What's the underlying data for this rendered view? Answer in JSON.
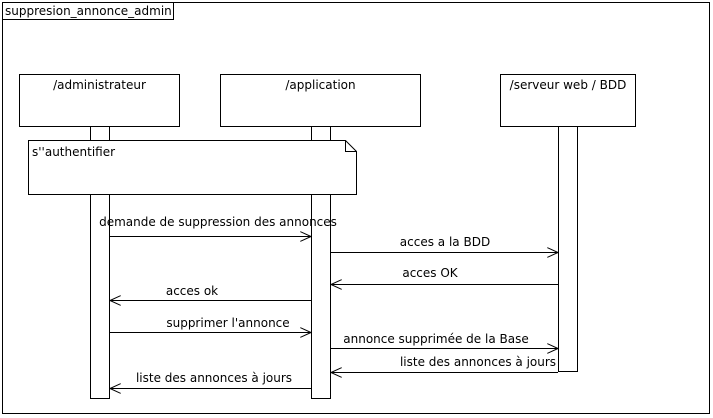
{
  "frame": {
    "title": "suppresion_annonce_admin"
  },
  "lifelines": [
    {
      "id": "admin",
      "label": "/administrateur"
    },
    {
      "id": "app",
      "label": "/application"
    },
    {
      "id": "server",
      "label": "/serveur web / BDD"
    }
  ],
  "note": {
    "text": "s''authentifier"
  },
  "messages": [
    {
      "from": "admin",
      "to": "app",
      "label": "demande de suppression des annonces"
    },
    {
      "from": "app",
      "to": "server",
      "label": "acces a la BDD"
    },
    {
      "from": "server",
      "to": "app",
      "label": "acces OK"
    },
    {
      "from": "app",
      "to": "admin",
      "label": "acces ok"
    },
    {
      "from": "admin",
      "to": "app",
      "label": "supprimer l'annonce"
    },
    {
      "from": "app",
      "to": "server",
      "label": "annonce supprimée de la Base"
    },
    {
      "from": "server",
      "to": "app",
      "label": "liste des annonces à jours"
    },
    {
      "from": "app",
      "to": "admin",
      "label": "liste des annonces à jours"
    }
  ]
}
